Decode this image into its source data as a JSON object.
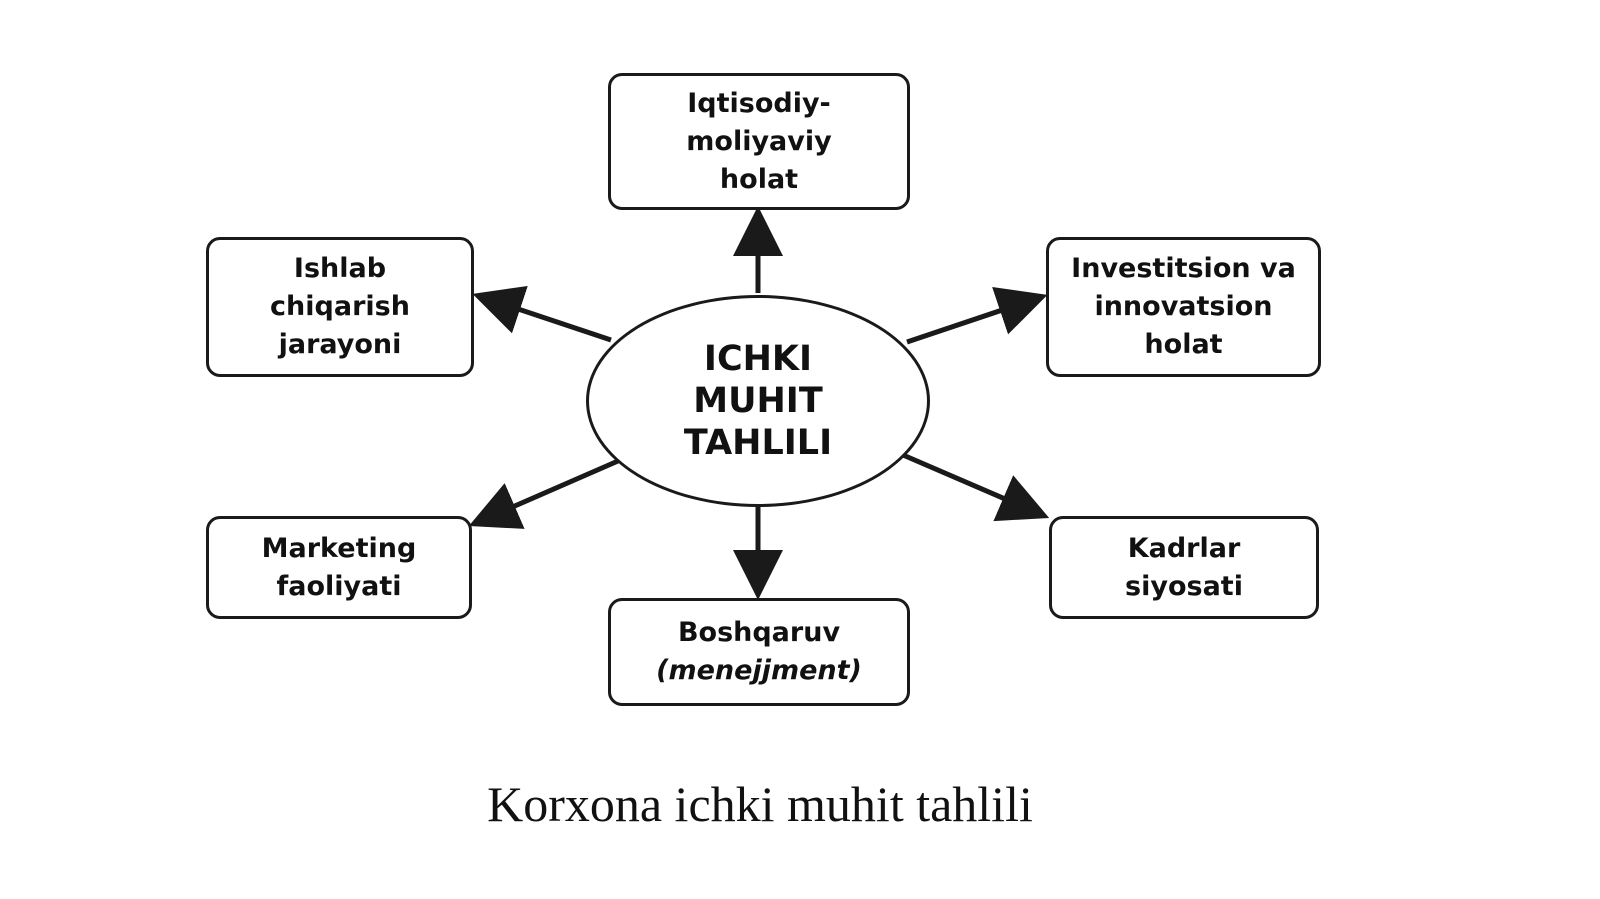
{
  "center": {
    "lines": [
      "ICHKI",
      "MUHIT",
      "TAHLILI"
    ]
  },
  "nodes": {
    "economic_financial": {
      "lines": [
        "Iqtisodiy-",
        "moliyaviy",
        "holat"
      ]
    },
    "production": {
      "lines": [
        "Ishlab",
        "chiqarish",
        "jarayoni"
      ]
    },
    "investment": {
      "lines": [
        "Investitsion va",
        "innovatsion",
        "holat"
      ]
    },
    "marketing": {
      "lines": [
        "Marketing",
        "faoliyati"
      ]
    },
    "hr_policy": {
      "lines": [
        "Kadrlar",
        "siyosati"
      ]
    },
    "management": {
      "lines": [
        "Boshqaruv",
        "(menejjment)"
      ]
    }
  },
  "caption": "Korxona ichki muhit tahlili",
  "colors": {
    "stroke": "#1a1a1a",
    "text": "#111111",
    "background": "#ffffff"
  }
}
